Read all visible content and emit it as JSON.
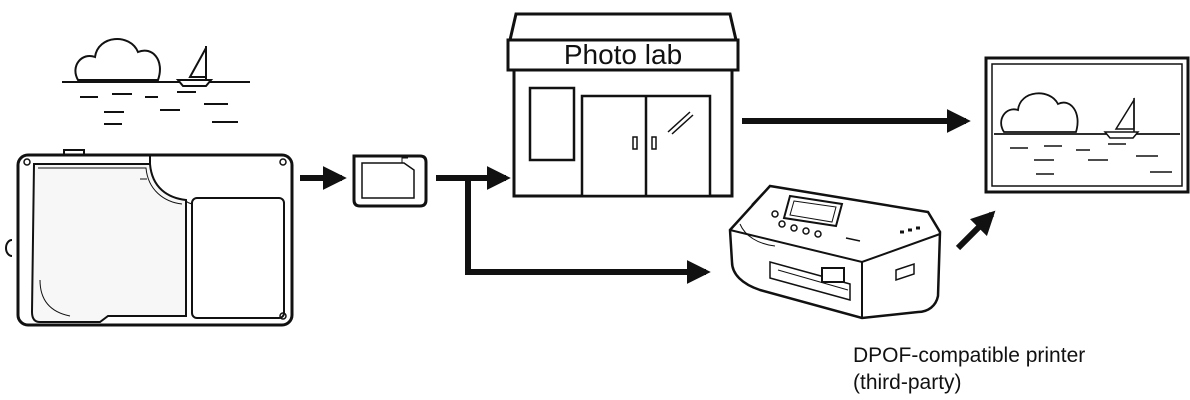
{
  "photo_lab": {
    "sign_label": "Photo lab"
  },
  "printer": {
    "caption_line1": "DPOF-compatible printer",
    "caption_line2": "(third-party)"
  },
  "colors": {
    "ink": "#111111",
    "background": "#ffffff",
    "panel_shade": "#f4f4f4"
  },
  "icons": [
    "scene-icon",
    "camera-icon",
    "memory-card-icon",
    "photo-lab-building-icon",
    "printer-icon",
    "printed-photo-icon",
    "arrow-icon"
  ]
}
